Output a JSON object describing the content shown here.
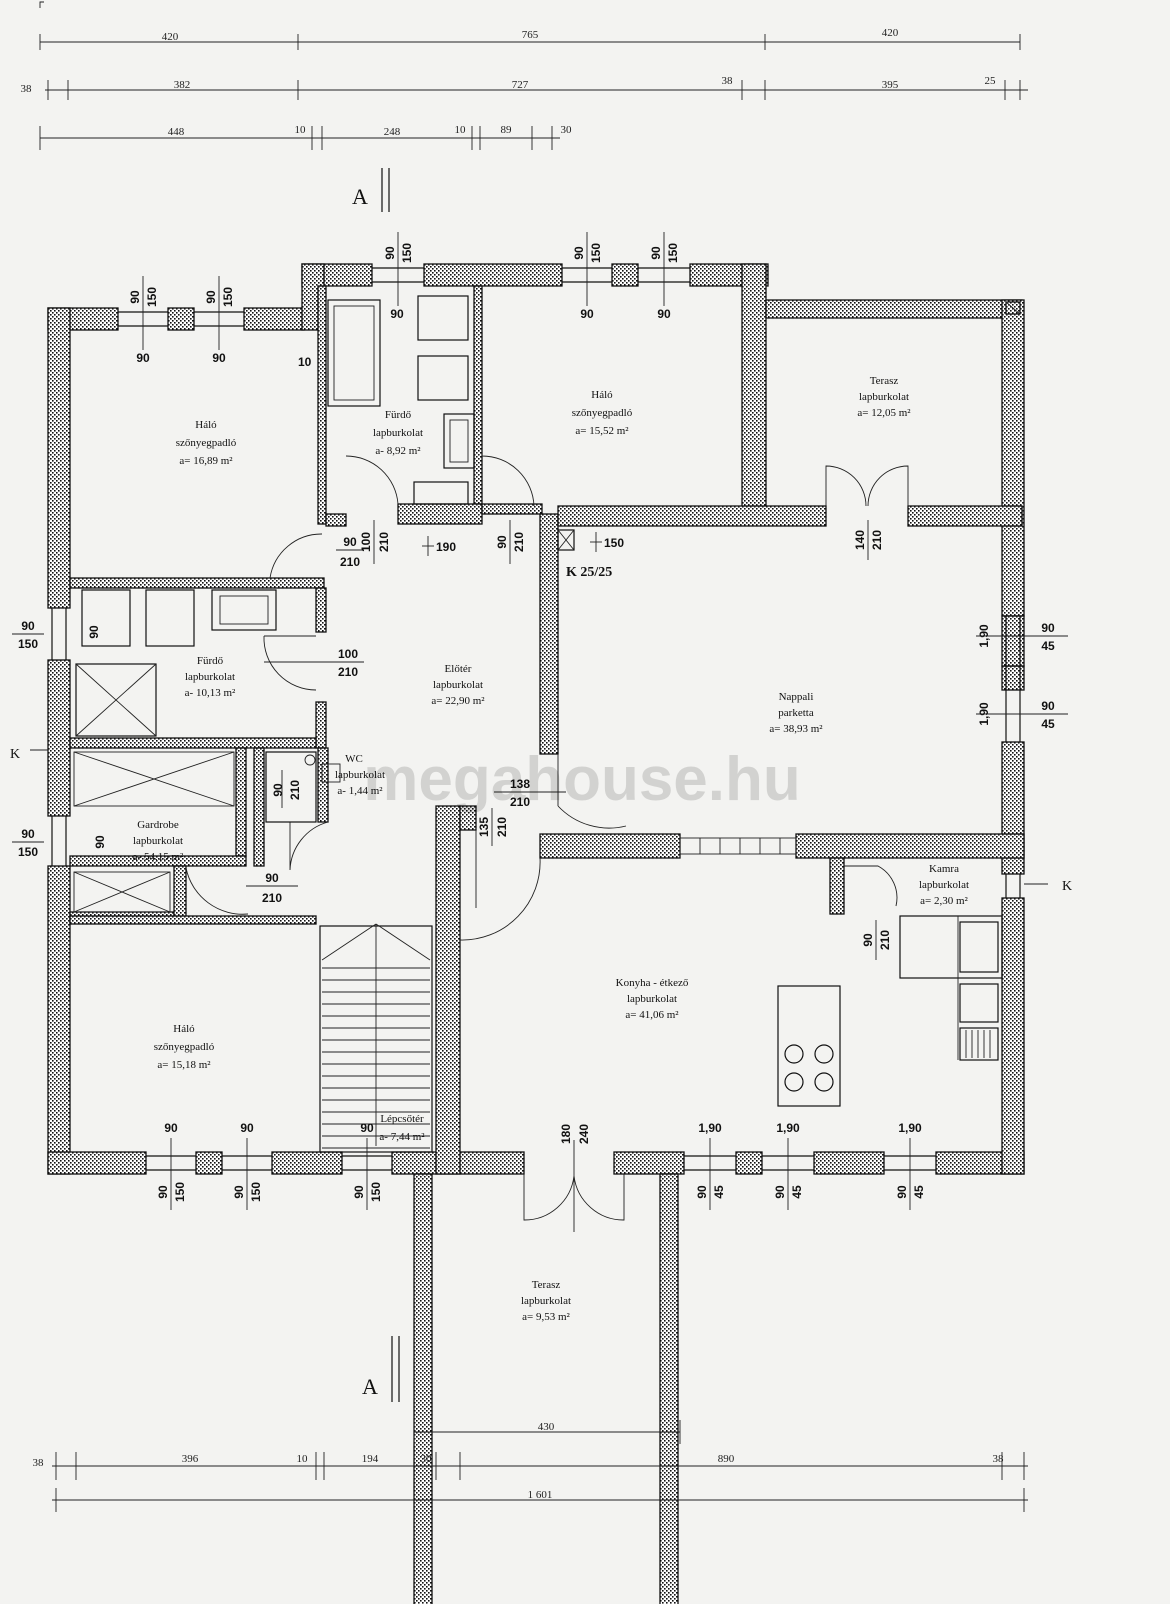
{
  "dims": {
    "top1": [
      "420",
      "765",
      "420"
    ],
    "top2": [
      "38",
      "382",
      "727",
      "38",
      "395",
      "25"
    ],
    "top3": [
      "448",
      "10",
      "248",
      "10",
      "89",
      "30"
    ],
    "bot1": [
      "430"
    ],
    "bot2": [
      "38",
      "396",
      "10",
      "194",
      "30",
      "890",
      "38"
    ],
    "bot3": [
      "1 601"
    ]
  },
  "section_marks": {
    "a_top": "A",
    "a_bottom": "A",
    "k_left": "K",
    "k_right": "K",
    "column": "K 25/25"
  },
  "rooms": {
    "halo_nw": {
      "name": "Háló",
      "floor": "szőnyegpadló",
      "area": "a= 16,89 m²"
    },
    "furdo_top": {
      "name": "Fürdő",
      "floor": "lapburkolat",
      "area": "a- 8,92 m²"
    },
    "halo_n": {
      "name": "Háló",
      "floor": "szőnyegpadló",
      "area": "a= 15,52 m²"
    },
    "terasz_ne": {
      "name": "Terasz",
      "floor": "lapburkolat",
      "area": "a= 12,05 m²"
    },
    "furdo_w": {
      "name": "Fürdő",
      "floor": "lapburkolat",
      "area": "a- 10,13 m²"
    },
    "eloter": {
      "name": "Előtér",
      "floor": "lapburkolat",
      "area": "a= 22,90 m²"
    },
    "nappali": {
      "name": "Nappali",
      "floor": "parketta",
      "area": "a= 38,93 m²"
    },
    "wc": {
      "name": "WC",
      "floor": "lapburkolat",
      "area": "a- 1,44 m²"
    },
    "gardrobe": {
      "name": "Gardrobe",
      "floor": "lapburkolat",
      "area": "a- 54,15 m²"
    },
    "kamra": {
      "name": "Kamra",
      "floor": "lapburkolat",
      "area": "a= 2,30 m²"
    },
    "konyha": {
      "name": "Konyha - étkező",
      "floor": "lapburkolat",
      "area": "a= 41,06 m²"
    },
    "halo_sw": {
      "name": "Háló",
      "floor": "szőnyegpadló",
      "area": "a= 15,18 m²"
    },
    "lepcso": {
      "name": "Lépcsőtér",
      "area": "a- 7,44 m²"
    },
    "terasz_s": {
      "name": "Terasz",
      "floor": "lapburkolat",
      "area": "a= 9,53 m²"
    }
  },
  "openings": {
    "w_nw1": {
      "w": "90",
      "h": "150",
      "inner": "90"
    },
    "w_nw2": {
      "w": "90",
      "h": "150",
      "inner": "90"
    },
    "w_furdo": {
      "w": "90",
      "h": "150",
      "inner": "90"
    },
    "w_n1": {
      "w": "90",
      "h": "150",
      "inner": "90"
    },
    "w_n2": {
      "w": "90",
      "h": "150",
      "inner": "90"
    },
    "sill_10": "10",
    "d_halo_nw": {
      "w": "90",
      "h": "210"
    },
    "d_furdo_top": {
      "w": "100",
      "h": "210"
    },
    "skylight_190": "190",
    "d_halo_n": {
      "w": "90",
      "h": "210"
    },
    "skylight_150": "150",
    "d_terasz_ne": {
      "w": "140",
      "h": "210"
    },
    "w_west_furdo": {
      "w": "90",
      "h": "150",
      "inner": "90"
    },
    "d_furdo_w": {
      "w": "100",
      "h": "210"
    },
    "w_east1": {
      "w": "90",
      "h": "45",
      "inner": "1,90"
    },
    "w_east2": {
      "w": "90",
      "h": "45",
      "inner": "1,90"
    },
    "d_nappali": {
      "w": "138",
      "h": "210"
    },
    "d_konyha": {
      "w": "135",
      "h": "210"
    },
    "d_wc": {
      "w": "90",
      "h": "210"
    },
    "w_west_gard": {
      "w": "90",
      "h": "150",
      "inner": "90"
    },
    "d_gard": {
      "w": "90",
      "h": "210"
    },
    "d_kamra": {
      "w": "90",
      "h": "210"
    },
    "w_s1": {
      "w": "90",
      "h": "150",
      "inner": "90"
    },
    "w_s2": {
      "w": "90",
      "h": "150",
      "inner": "90"
    },
    "w_s3": {
      "w": "90",
      "h": "150",
      "inner": "90"
    },
    "d_terasz_s": {
      "w": "180",
      "h": "240"
    },
    "w_s4": {
      "w": "90",
      "h": "45",
      "inner": "1,90"
    },
    "w_s5": {
      "w": "90",
      "h": "45",
      "inner": "1,90"
    },
    "w_s6": {
      "w": "90",
      "h": "45",
      "inner": "1,90"
    }
  },
  "watermark": "megahouse.hu"
}
